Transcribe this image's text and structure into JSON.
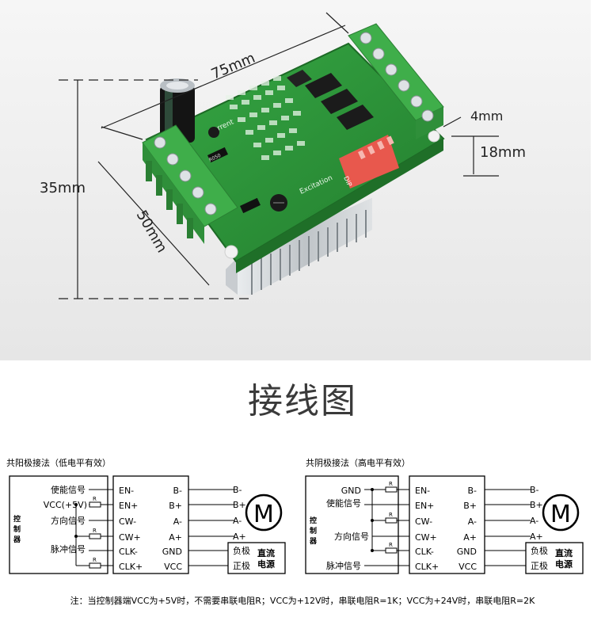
{
  "photo": {
    "dim_length": "75mm",
    "dim_width": "50mm",
    "dim_height": "35mm",
    "dim_pcb_gap": "4mm",
    "dim_heatsink": "18mm",
    "cap_label": "Current",
    "dip_label": "DIP",
    "r_code": "R050",
    "silk_excitation": "Excitation"
  },
  "title": "接线图",
  "left_diagram": {
    "heading": "共阳极接法（低电平有效）",
    "controller_label": "控制器",
    "inputs": [
      "使能信号",
      "VCC(+5V)",
      "方向信号",
      "脉冲信号"
    ],
    "resistor": "R",
    "driver_left": [
      "EN-",
      "EN+",
      "CW-",
      "CW+",
      "CLK-",
      "CLK+"
    ],
    "driver_right": [
      "B-",
      "B+",
      "A-",
      "A+",
      "GND",
      "VCC"
    ],
    "motor_lines": [
      "B-",
      "B+",
      "A-",
      "A+"
    ],
    "motor": "M",
    "psu_neg": "负极",
    "psu_pos": "正极",
    "psu_label": "直流电源"
  },
  "right_diagram": {
    "heading": "共阴极接法（高电平有效）",
    "controller_label": "控制器",
    "inputs": [
      "GND",
      "使能信号",
      "方向信号",
      "脉冲信号"
    ],
    "resistor": "R",
    "driver_left": [
      "EN-",
      "EN+",
      "CW-",
      "CW+",
      "CLK-",
      "CLK+"
    ],
    "driver_right": [
      "B-",
      "B+",
      "A-",
      "A+",
      "GND",
      "VCC"
    ],
    "motor_lines": [
      "B-",
      "B+",
      "A-",
      "A+"
    ],
    "motor": "M",
    "psu_neg": "负极",
    "psu_pos": "正极",
    "psu_label": "直流电源"
  },
  "note": "注：当控制器端VCC为+5V时，不需要串联电阻R；VCC为+12V时，串联电阻R=1K；VCC为+24V时，串联电阻R=2K",
  "colors": {
    "pcb": "#2f9a3a",
    "terminal": "#3fae4a",
    "dip": "#e8584d",
    "heatsink": "#cfd3d6"
  }
}
